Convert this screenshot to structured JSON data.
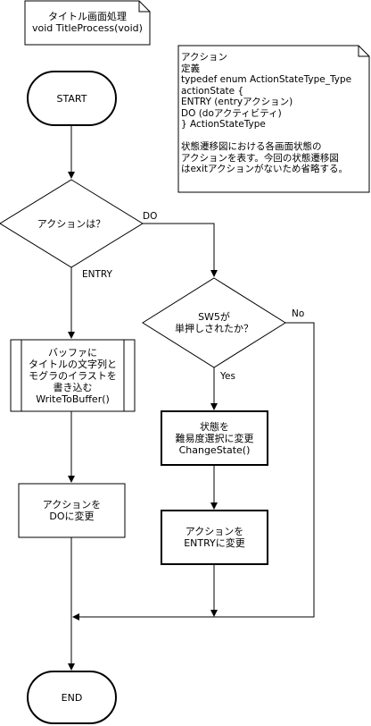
{
  "notes": {
    "title_note": "タイトル画面処理\nvoid TitleProcess(void)",
    "action_note": "アクション\n定義\ntypedef enum ActionStateType_Type\nactionState {\n ENTRY (entryアクション)\n DO (doアクティビティ)\n} ActionStateType\n\n状態遷移図における各画面状態の\nアクションを表す。今回の状態遷移図\nはexitアクションがないため省略する。"
  },
  "nodes": {
    "start": "START",
    "decision_action": "アクションは？",
    "decision_sw5": "SW5が\n単押しされたか？",
    "write_buffer": "バッファに\nタイトルの文字列と\nモグラのイラストを\n書き込む\nWriteToBuffer()",
    "set_do": "アクションを\nDOに変更",
    "change_state": "状態を\n難易度選択に変更\nChangeState()",
    "set_entry": "アクションを\nENTRYに変更",
    "end": "END"
  },
  "edge_labels": {
    "do": "DO",
    "entry": "ENTRY",
    "no": "No",
    "yes": "Yes"
  },
  "colors": {
    "stroke": "#000000",
    "fill": "#ffffff"
  }
}
